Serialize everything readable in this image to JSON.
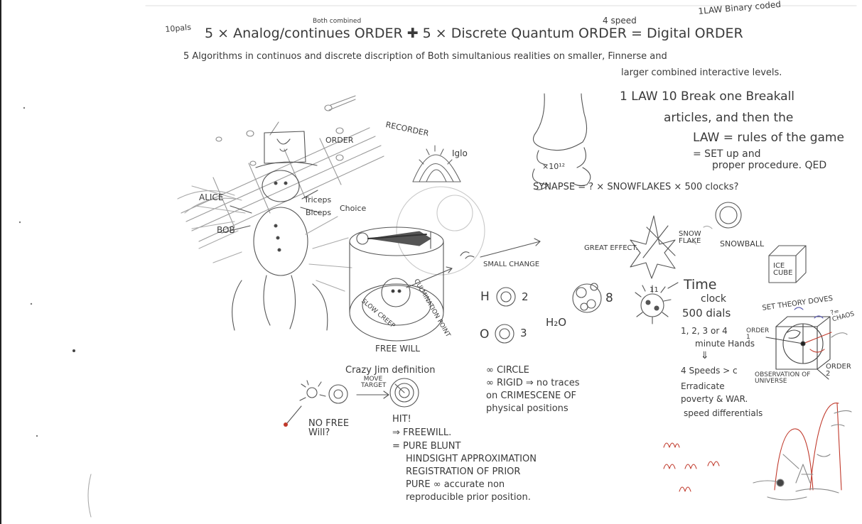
{
  "header": {
    "corner_tag": "10pals",
    "speed_note": "4 speed",
    "law_binary": "1LAW Binary coded",
    "title_line": "5 × Analog/continues ORDER ✚ 5 × Discrete Quantum ORDER = Digital ORDER",
    "both_combined": "Both combined",
    "subtitle_line1": "5 Algorithms in continuos and discrete discription of Both simultanious realities on smaller, Finnerse and",
    "subtitle_line2": "larger combined interactive levels."
  },
  "law_notes": {
    "line1": "1 LAW 10 Break one Breakall",
    "line2": "articles, and then the",
    "line3": "LAW = rules of the game",
    "line4": "= SET up and",
    "line5": "proper procedure. QED"
  },
  "synapse": {
    "scale": "×10¹²",
    "formula": "SYNAPSE = ? × SNOWFLAKES × 500 clocks?"
  },
  "figure_labels": {
    "order": "ORDER",
    "recorder": "RECORDER",
    "iglo": "Iglo",
    "alice": "ALICE",
    "bob": "BOB",
    "triceps": "Triceps",
    "choice": "Choice",
    "biceps": "Biceps",
    "free_will": "FREE WILL",
    "slow_creep": "SLOW CREEP",
    "culmination": "CULMINATION POINT"
  },
  "chain": {
    "small_change": "SMALL CHANGE",
    "great_effect": "GREAT EFFECT.",
    "snow_flake": "SNOW FLAKE",
    "snowball": "SNOWBALL",
    "ice_cube": "ICE CUBE"
  },
  "molecule": {
    "h": "H",
    "two": "2",
    "h2o": "H₂O",
    "eight": "8",
    "o": "O",
    "three": "3",
    "eleven": "11"
  },
  "time_notes": {
    "line1": "Time",
    "line2": "clock",
    "line3": "500 dials",
    "line4": "1, 2, 3 or 4",
    "line5": "minute Hands",
    "arrow": "⇓",
    "line6": "4 Speeds > c",
    "line7": "Erradicate",
    "line8": "poverty & WAR.",
    "line9": "speed differentials"
  },
  "set_theory": {
    "title": "SET THEORY DOVES",
    "chaos": "?= CHAOS",
    "order1": "ORDER 1",
    "order2": "ORDER 2",
    "observation": "OBSERVATION OF UNIVERSE"
  },
  "crazy_jim": {
    "definition": "Crazy Jim definition",
    "move_target": "MOVE TARGET",
    "no_free_will": "NO FREE Will?",
    "hit": "HIT!",
    "free_will": "⇒ FREEWILL.",
    "pure_blunt": "= PURE BLUNT",
    "hindsight": "HINDSIGHT APPROXIMATION",
    "registration": "REGISTRATION OF PRIOR",
    "pure_accurate": "PURE ∞ accurate non",
    "reproducible": "reproducible prior position."
  },
  "circle_notes": {
    "line1": "∞ CIRCLE",
    "line2": "∞ RIGID ⇒ no traces",
    "line3": "on CRIMESCENE OF",
    "line4": "physical positions"
  },
  "colors": {
    "pencil": "#3a3a3a",
    "red_pencil": "#c0392b",
    "paper": "#ffffff"
  }
}
